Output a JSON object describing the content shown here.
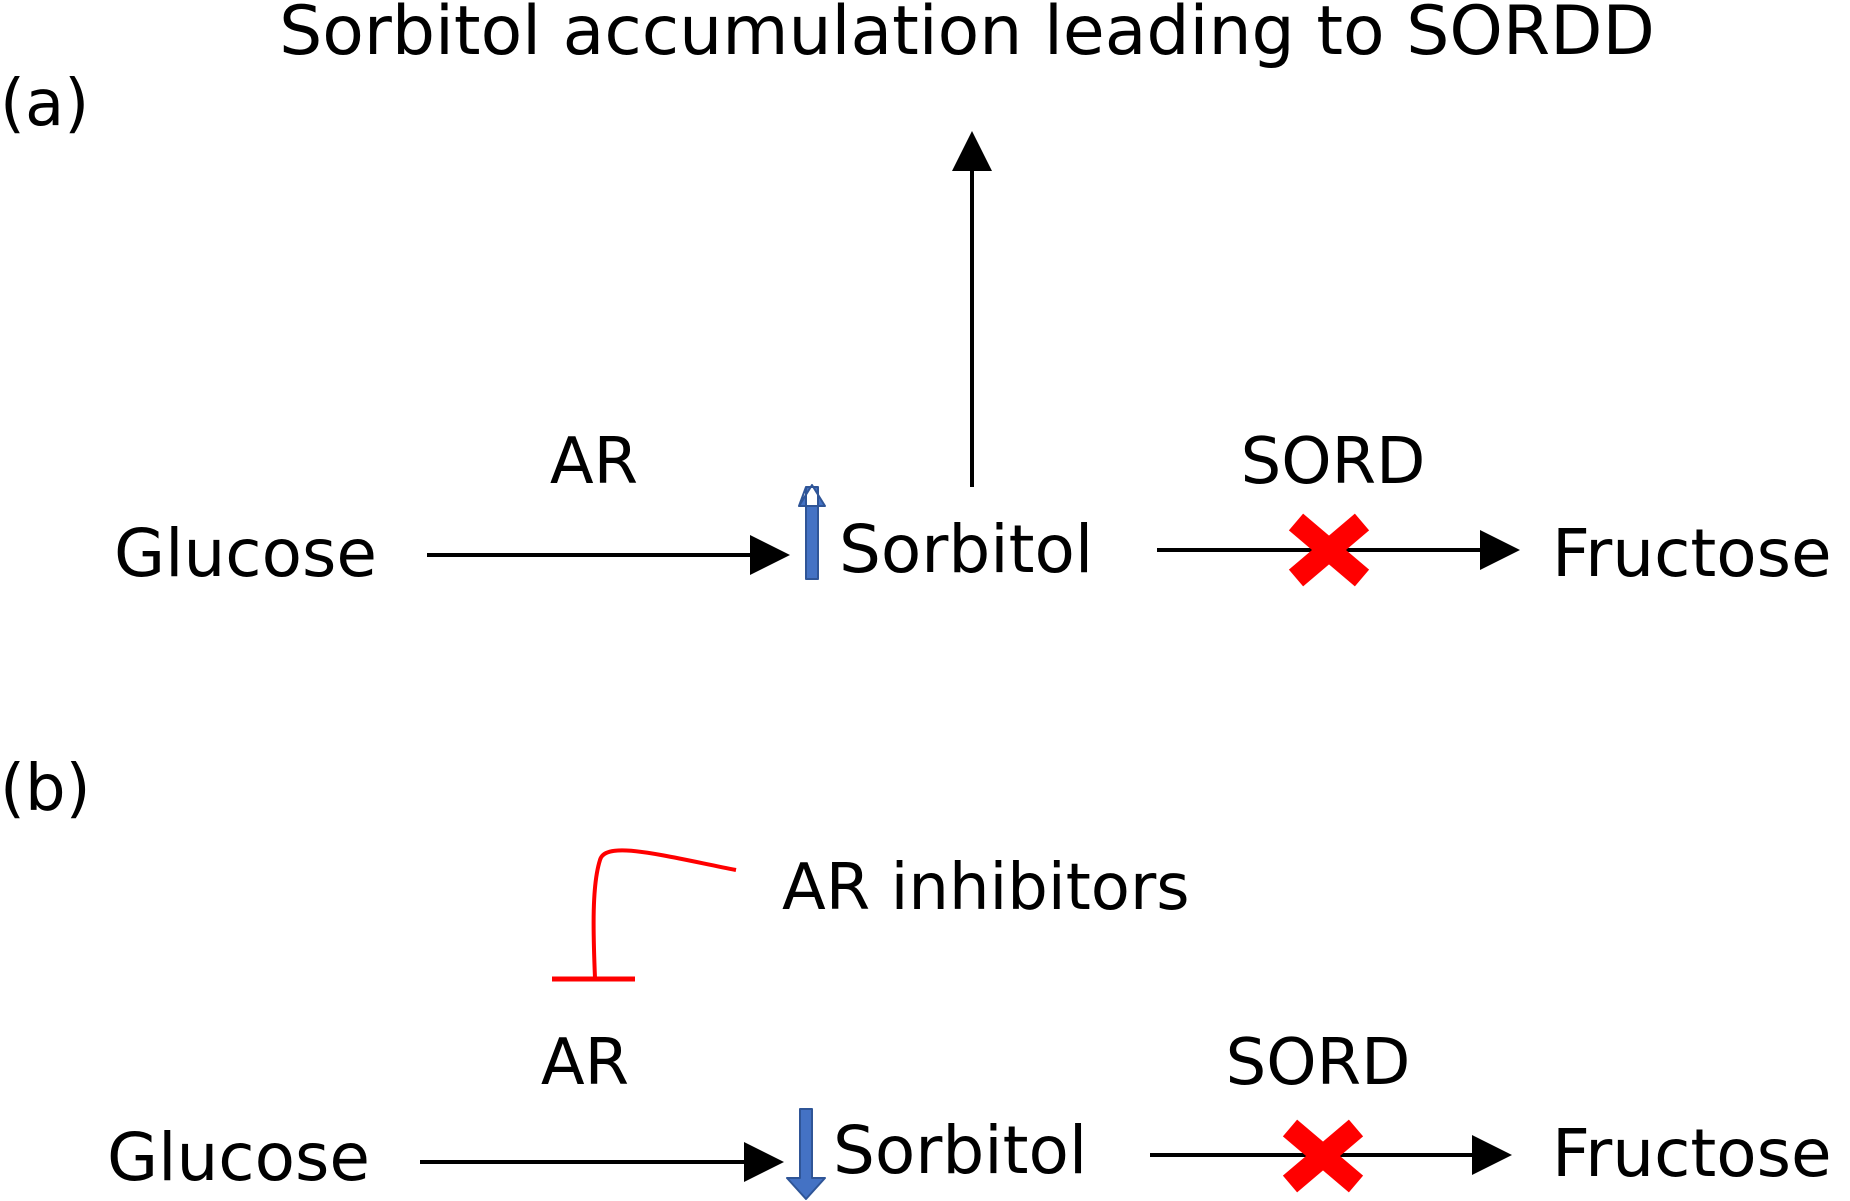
{
  "title": "Sorbitol accumulation leading to SORDD",
  "colors": {
    "text": "#000000",
    "arrow": "#000000",
    "inhibition": "#ff0000",
    "blocked_mark": "#ff0000",
    "level_arrow_fill": "#4472c4",
    "level_arrow_stroke": "#2f5597"
  },
  "panel_a": {
    "label": "(a)",
    "substrate": "Glucose",
    "enzyme_1": "AR",
    "intermediate": "Sorbitol",
    "intermediate_change": "increased",
    "enzyme_2": "SORD",
    "enzyme_2_status": "blocked",
    "product": "Fructose",
    "outcome_icon": "arrow-up-icon"
  },
  "panel_b": {
    "label": "(b)",
    "inhibitor": "AR inhibitors",
    "inhibitor_icon": "inhibition-t-bar-icon",
    "substrate": "Glucose",
    "enzyme_1": "AR",
    "intermediate": "Sorbitol",
    "intermediate_change": "decreased",
    "enzyme_2": "SORD",
    "enzyme_2_status": "blocked",
    "product": "Fructose"
  }
}
